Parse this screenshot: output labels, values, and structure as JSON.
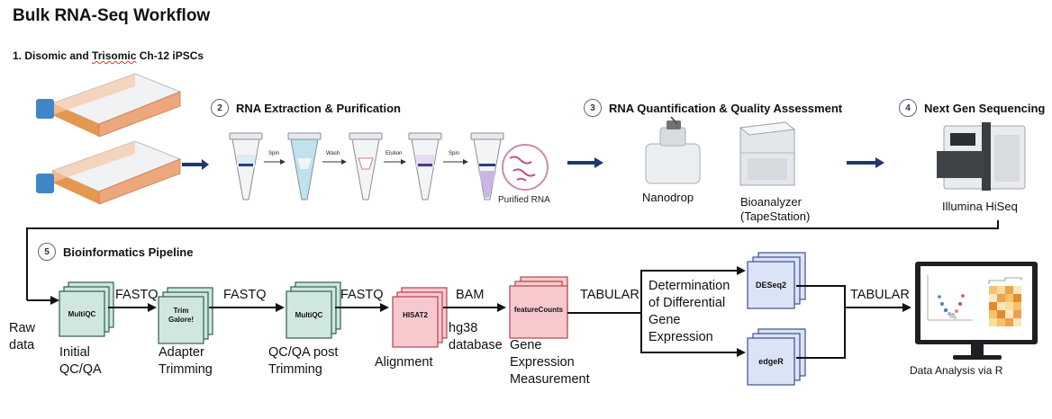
{
  "title": "Bulk RNA-Seq Workflow",
  "step1": {
    "prefix": "1. Disomic and ",
    "word": "Trisomic",
    "suffix": " Ch-12 iPSCs"
  },
  "step2": {
    "num": "2",
    "label": "RNA Extraction & Purification",
    "arrows": [
      "Spin",
      "Wash",
      "Elution",
      "Spin"
    ],
    "result": "Purified RNA"
  },
  "step3": {
    "num": "3",
    "label": "RNA Quantification & Quality Assessment",
    "nanodrop": "Nanodrop",
    "bioanalyzer": [
      "Bioanalyzer",
      "(TapeStation)"
    ]
  },
  "step4": {
    "num": "4",
    "label": "Next Gen Sequencing",
    "instrument": "Illumina HiSeq"
  },
  "step5": {
    "num": "5",
    "label": "Bioinformatics Pipeline"
  },
  "pipeline": {
    "raw": [
      "Raw",
      "data"
    ],
    "multiqc1": {
      "box": "MultiQC",
      "caption": [
        "Initial",
        "QC/QA"
      ]
    },
    "fastq1": "FASTQ",
    "trim": {
      "box": [
        "Trim",
        "Galore!"
      ],
      "caption": [
        "Adapter",
        "Trimming"
      ]
    },
    "fastq2": "FASTQ",
    "multiqc2": {
      "box": "MultiQC",
      "caption": [
        "QC/QA post",
        "Trimming"
      ]
    },
    "fastq3": "FASTQ",
    "hisat": {
      "box": "HISAT2",
      "caption": "Alignment"
    },
    "bam": "BAM",
    "hg38": [
      "hg38",
      "database"
    ],
    "fc": {
      "box": "featureCounts",
      "caption": [
        "Gene",
        "Expression",
        "Measurement"
      ]
    },
    "tab1": "TABULAR",
    "de": [
      "Determination",
      "of Differential",
      "Gene",
      "Expression"
    ],
    "deseq": "DESeq2",
    "edger": "edgeR",
    "tab2": "TABULAR",
    "final": "Data Analysis via R"
  },
  "colors": {
    "green": "#cfe7df",
    "greenEdge": "#2f5f4f",
    "pink": "#f7c9cd",
    "pinkEdge": "#b5424e",
    "blue": "#dbe3f6",
    "blueEdge": "#3f4f8f",
    "navy": "#22376b",
    "flask": "#eca77c"
  }
}
